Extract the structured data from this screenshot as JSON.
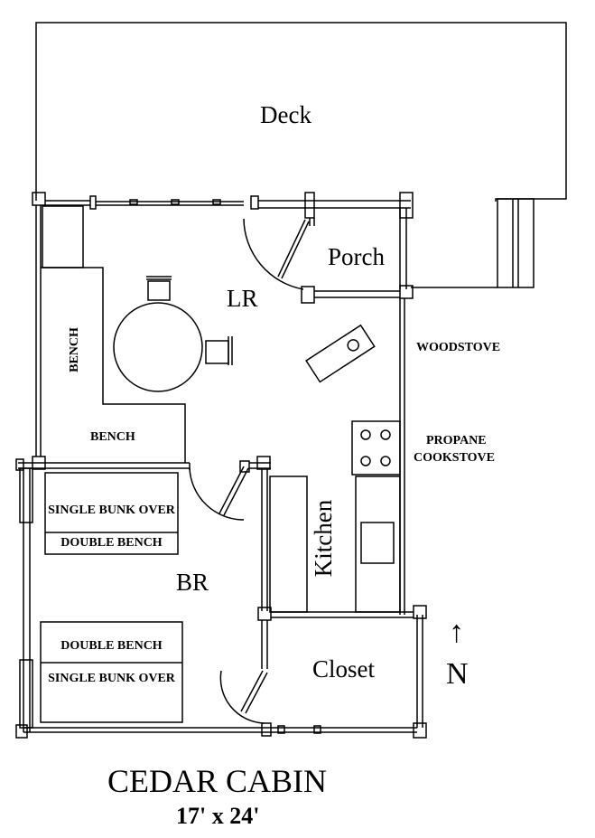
{
  "plan": {
    "title": "CEDAR CABIN",
    "dimensions": "17' x 24'",
    "north_arrow": "↑",
    "north_label": "N"
  },
  "rooms": {
    "deck": "Deck",
    "porch": "Porch",
    "living_room": "LR",
    "bedroom": "BR",
    "kitchen": "Kitchen",
    "closet": "Closet"
  },
  "fixtures": {
    "bench_vertical": "BENCH",
    "bench_horizontal": "BENCH",
    "woodstove": "WOODSTOVE",
    "propane_cookstove_line1": "PROPANE",
    "propane_cookstove_line2": "COOKSTOVE",
    "bunk_top_upper": "SINGLE BUNK OVER",
    "bunk_top_lower": "DOUBLE BENCH",
    "bunk_bottom_upper": "DOUBLE BENCH",
    "bunk_bottom_lower": "SINGLE BUNK OVER"
  }
}
